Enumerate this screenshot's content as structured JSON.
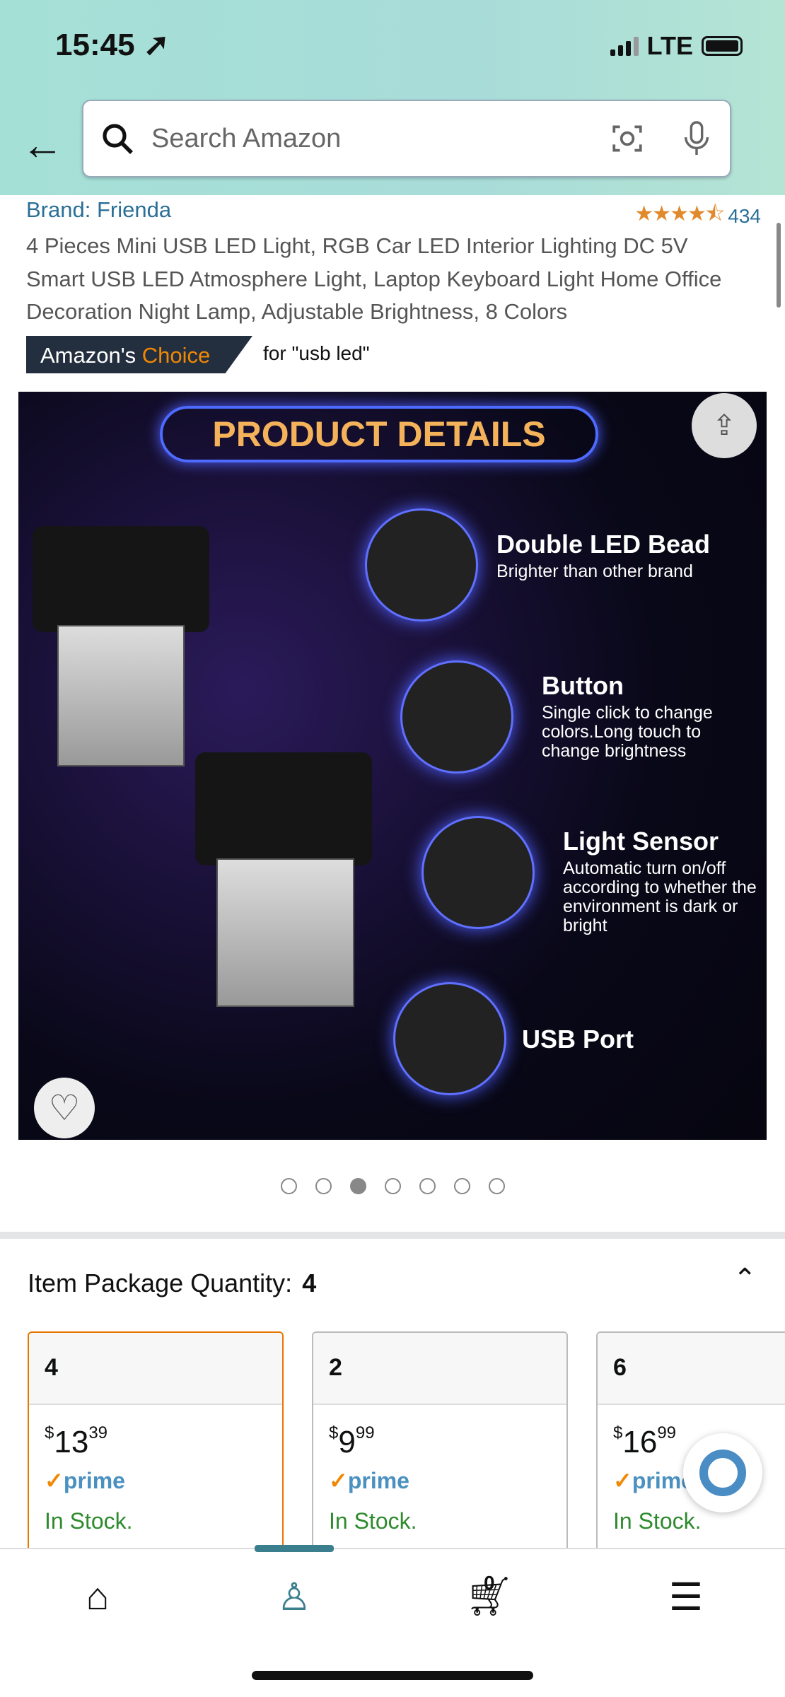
{
  "status_bar": {
    "time": "15:45",
    "network": "LTE"
  },
  "search": {
    "placeholder": "Search Amazon"
  },
  "product": {
    "brand": "Brand: Frienda",
    "rating_stars": 4.5,
    "rating_count": "434",
    "title": "4 Pieces Mini USB LED Light, RGB Car LED Interior Lighting DC 5V Smart USB LED Atmosphere Light, Laptop Keyboard Light Home Office Decoration Night Lamp, Adjustable Brightness, 8 Colors",
    "badge_prefix": "Amazon's ",
    "badge_choice": "Choice",
    "badge_for": "for \"usb led\""
  },
  "image": {
    "heading": "PRODUCT DETAILS",
    "features": [
      {
        "title": "Double LED Bead",
        "desc": "Brighter than other brand"
      },
      {
        "title": "Button",
        "desc": "Single click to change colors.Long touch to change brightness"
      },
      {
        "title": "Light Sensor",
        "desc": "Automatic turn on/off according to whether the environment is dark or bright"
      },
      {
        "title": "USB Port",
        "desc": ""
      }
    ],
    "carousel_count": 7,
    "carousel_active": 3
  },
  "quantity": {
    "label": "Item Package Quantity:",
    "value": "4",
    "options": [
      {
        "qty": "4",
        "dollars": "13",
        "cents": "39",
        "prime": "prime",
        "stock": "In Stock.",
        "selected": true
      },
      {
        "qty": "2",
        "dollars": "9",
        "cents": "99",
        "prime": "prime",
        "stock": "In Stock."
      },
      {
        "qty": "6",
        "dollars": "16",
        "cents": "99",
        "prime": "prime",
        "stock": "In Stock."
      }
    ]
  },
  "nav": {
    "cart_count": "0",
    "active": "account"
  },
  "colors": {
    "brand_link": "#2a6f97",
    "badge_bg": "#232f3e",
    "accent": "#f08804",
    "in_stock": "#2e8b2e"
  }
}
